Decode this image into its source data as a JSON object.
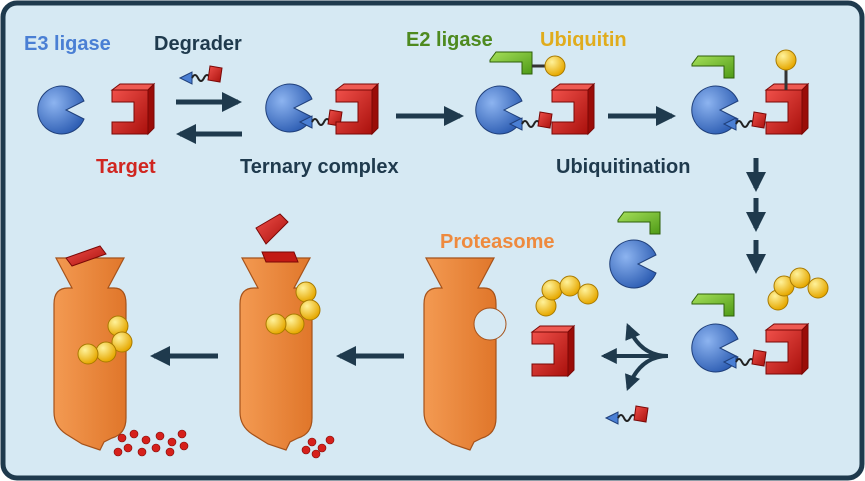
{
  "labels": {
    "e3_ligase": "E3 ligase",
    "degrader": "Degrader",
    "target": "Target",
    "ternary_complex": "Ternary complex",
    "e2_ligase": "E2 ligase",
    "ubiquitin": "Ubiquitin",
    "ubiquitination": "Ubiquitination",
    "proteasome": "Proteasome"
  },
  "colors": {
    "background": "#d6e9f3",
    "frame": "#1f3a4d",
    "e3_blue": "#4a7fd4",
    "target_red": "#d6201b",
    "e2_green": "#6fbf2a",
    "ubiquitin_yellow": "#f2c21a",
    "proteasome_orange": "#ee8a3e",
    "arrow_navy": "#1f3a4d",
    "label_e3": "#4a7fd4",
    "label_degrader": "#1f3a4d",
    "label_target": "#d02620",
    "label_e2": "#4e8a1f",
    "label_ubiquitin": "#e0ac1c",
    "label_proteasome": "#ee8a3e"
  },
  "icons": [
    "e3-ligase-icon",
    "target-protein-icon",
    "degrader-icon",
    "e2-ligase-icon",
    "ubiquitin-chain-icon",
    "proteasome-icon",
    "peptide-fragments-icon"
  ]
}
